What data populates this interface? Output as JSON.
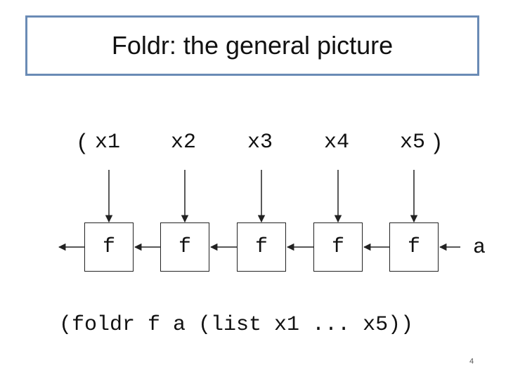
{
  "title": "Foldr: the general picture",
  "open_paren": "(",
  "close_paren": ")",
  "elements": [
    "x1",
    "x2",
    "x3",
    "x4",
    "x5"
  ],
  "function_label": "f",
  "initial_value": "a",
  "expression": "(foldr f a (list x1 ... x5))",
  "page_number": "4"
}
